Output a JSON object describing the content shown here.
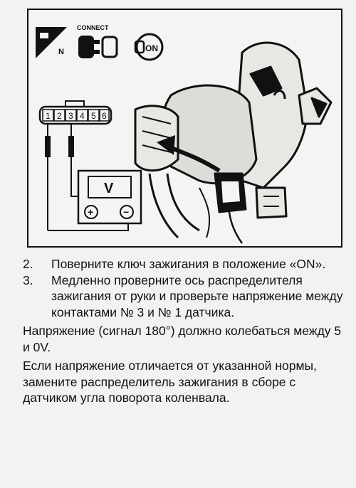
{
  "figure": {
    "connect_label": "CONNECT",
    "ignition_on_label": "ON",
    "neutral_label": "N",
    "connector_pins": [
      "1",
      "2",
      "3",
      "4",
      "5",
      "6"
    ],
    "voltmeter_label": "V",
    "plus_label": "+",
    "minus_label": "−"
  },
  "steps": [
    {
      "number": "2.",
      "text": "Поверните ключ зажигания в положение «ON»."
    },
    {
      "number": "3.",
      "text": "Медленно проверните ось распределителя зажигания от руки и проверьте напряжение между контактами № 3 и № 1 датчика."
    }
  ],
  "paragraphs": [
    "Напряжение (сигнал 180°) должно колебаться между 5 и 0V.",
    "Если напряжение отличается от указанной нормы, замените распределитель зажигания в сборе с датчиком угла поворота коленвала."
  ]
}
